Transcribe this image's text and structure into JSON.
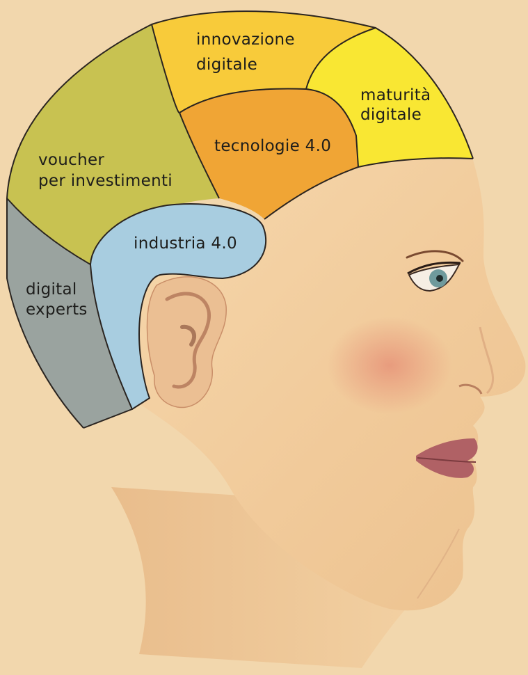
{
  "diagram": {
    "regions": [
      {
        "id": "innovazione",
        "lines": [
          "innovazione",
          "digitale"
        ],
        "color": "#f8cb3a"
      },
      {
        "id": "maturita",
        "lines": [
          "maturità",
          "digitale"
        ],
        "color": "#f9e733"
      },
      {
        "id": "tecnologie",
        "lines": [
          "tecnologie 4.0"
        ],
        "color": "#f0a535"
      },
      {
        "id": "voucher",
        "lines": [
          "voucher",
          "per investimenti"
        ],
        "color": "#c8c251"
      },
      {
        "id": "industria",
        "lines": [
          "industria 4.0"
        ],
        "color": "#a8cde0"
      },
      {
        "id": "digital_experts",
        "lines": [
          "digital",
          "experts"
        ],
        "color": "#9aa39f"
      }
    ],
    "colors": {
      "background": "#f2d7ad",
      "skin": "#f2cfa0",
      "cheek": "#e7917a",
      "lips": "#b06165",
      "iris": "#6f9a9c"
    }
  }
}
